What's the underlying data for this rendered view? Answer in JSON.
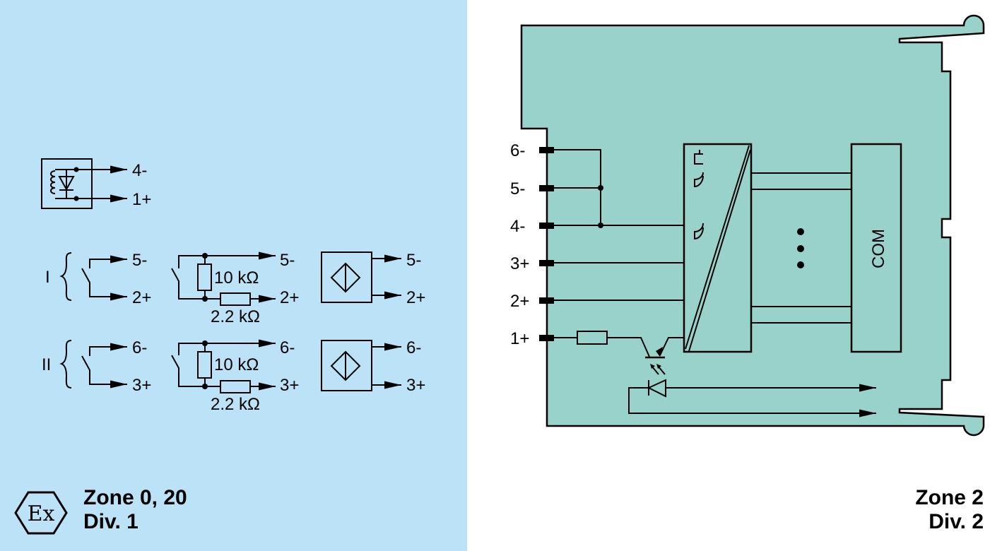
{
  "colors": {
    "hazard_area_bg": "#bbe2f7",
    "safe_area_bg": "#ffffff",
    "module_fill": "#98d2cb",
    "line": "#000000"
  },
  "hazardous_area": {
    "zone_label": "Zone 0, 20",
    "div_label": "Div. 1",
    "ex_symbol": "Ex",
    "sensor_namur": {
      "terminal_top": "4-",
      "terminal_bottom": "1+"
    },
    "channel_I": {
      "roman": "I",
      "contact": {
        "terminal_top": "5-",
        "terminal_bottom": "2+"
      },
      "contact_with_resistors": {
        "terminal_top": "5-",
        "terminal_bottom": "2+",
        "parallel_resistor": "10 kΩ",
        "series_resistor": "2.2 kΩ"
      },
      "proximity_sensor": {
        "terminal_top": "5-",
        "terminal_bottom": "2+"
      }
    },
    "channel_II": {
      "roman": "II",
      "contact": {
        "terminal_top": "6-",
        "terminal_bottom": "3+"
      },
      "contact_with_resistors": {
        "terminal_top": "6-",
        "terminal_bottom": "3+",
        "parallel_resistor": "10 kΩ",
        "series_resistor": "2.2 kΩ"
      },
      "proximity_sensor": {
        "terminal_top": "6-",
        "terminal_bottom": "3+"
      }
    }
  },
  "safe_area": {
    "zone_label": "Zone 2",
    "div_label": "Div. 2",
    "terminals": [
      "6-",
      "5-",
      "4-",
      "3+",
      "2+",
      "1+"
    ],
    "com_label": "COM"
  }
}
